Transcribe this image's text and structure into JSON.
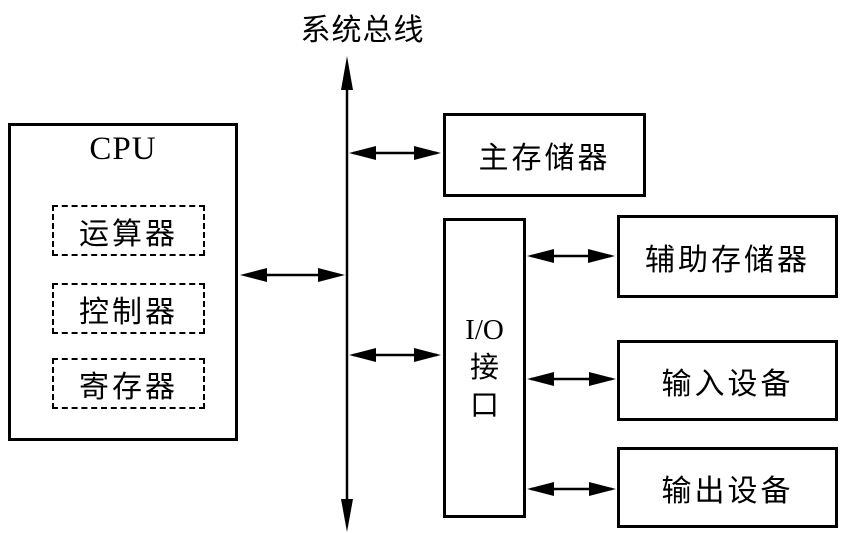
{
  "diagram": {
    "bus_label": "系统总线",
    "cpu": {
      "title": "CPU",
      "components": [
        {
          "label": "运算器"
        },
        {
          "label": "控制器"
        },
        {
          "label": "寄存器"
        }
      ]
    },
    "main_memory": {
      "label": "主存储器"
    },
    "io_interface": {
      "lines": [
        "I/O",
        "接",
        "口"
      ]
    },
    "devices": [
      {
        "label": "辅助存储器"
      },
      {
        "label": "输入设备"
      },
      {
        "label": "输出设备"
      }
    ],
    "colors": {
      "line": "#000000",
      "background": "#ffffff",
      "text": "#000000"
    }
  }
}
